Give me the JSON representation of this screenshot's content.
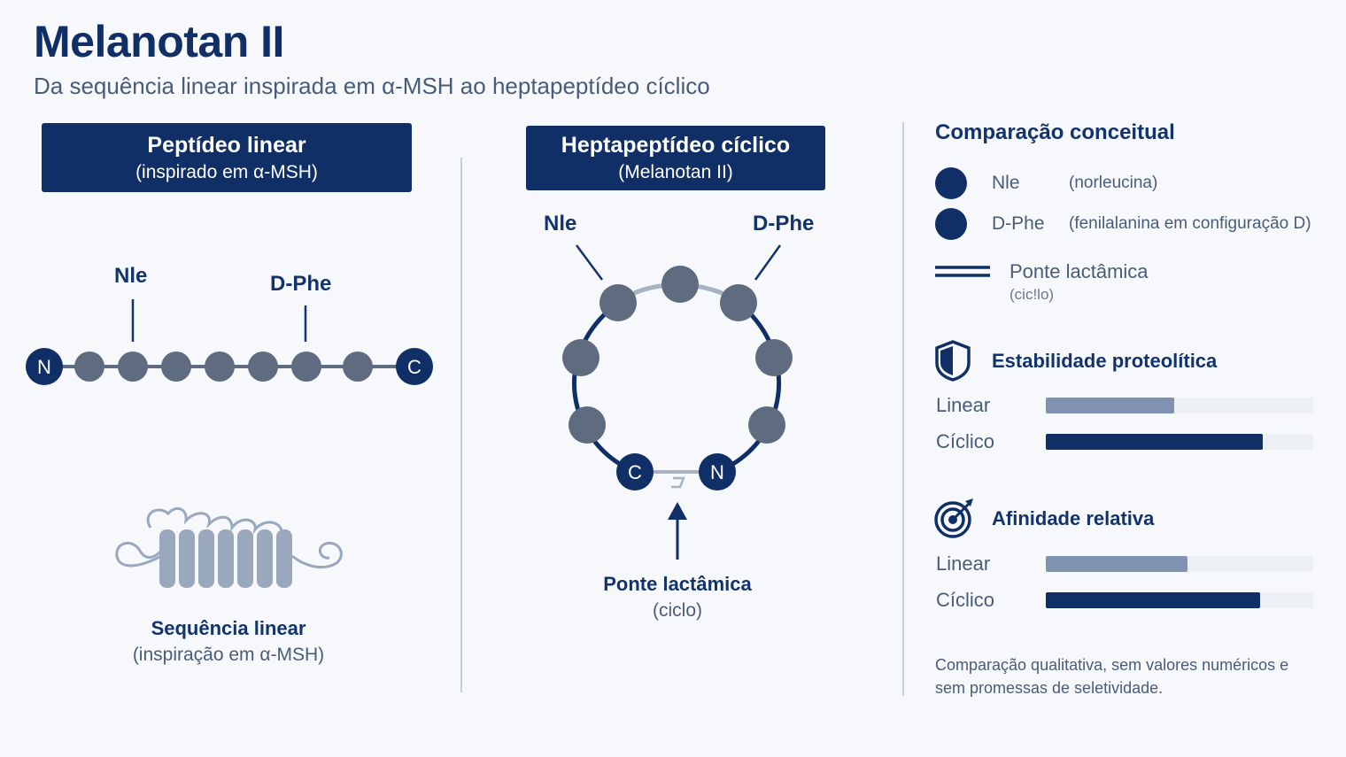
{
  "header": {
    "title": "Melanotan II",
    "subtitle": "Da sequência linear inspirada em α-MSH ao heptapeptídeo cíclico"
  },
  "linear": {
    "title": "Peptídeo linear",
    "subtitle": "(inspirado em α-MSH)",
    "label_nle": "Nle",
    "label_dphe": "D-Phe",
    "n_term": "N",
    "c_term": "C",
    "caption_main": "Sequência linear",
    "caption_sub": "(inspiração em α-MSH)"
  },
  "cyclic": {
    "title": "Heptapeptídeo cíclico",
    "subtitle": "(Melanotan II)",
    "label_nle": "Nle",
    "label_dphe": "D-Phe",
    "c_term": "C",
    "n_term": "N",
    "caption_main": "Ponte lactâmica",
    "caption_sub": "(ciclo)"
  },
  "comparison": {
    "title": "Comparação conceitual",
    "legend": [
      {
        "code": "Nle",
        "desc": "(norleucina)"
      },
      {
        "code": "D-Phe",
        "desc": "(fenilalanina em configuração D)"
      }
    ],
    "bridge_label": "Ponte lactâmica",
    "bridge_sub": "(cic!lo)",
    "stability": {
      "title": "Estabilidade proteolítica",
      "rows": [
        {
          "label": "Linear",
          "value": 0.48,
          "color": "#7f93b0"
        },
        {
          "label": "Cíclico",
          "value": 0.81,
          "color": "#0f2f66"
        }
      ]
    },
    "affinity": {
      "title": "Afinidade relativa",
      "rows": [
        {
          "label": "Linear",
          "value": 0.53,
          "color": "#7f93b0"
        },
        {
          "label": "Cíclico",
          "value": 0.8,
          "color": "#0f2f66"
        }
      ]
    },
    "footnote": "Comparação qualitativa, sem valores numéricos e sem promessas de seletividade."
  },
  "colors": {
    "navy": "#0f2f66",
    "residue_gray": "#5f6b7f",
    "light_bar": "#7f93b0",
    "track": "#eceff4"
  }
}
